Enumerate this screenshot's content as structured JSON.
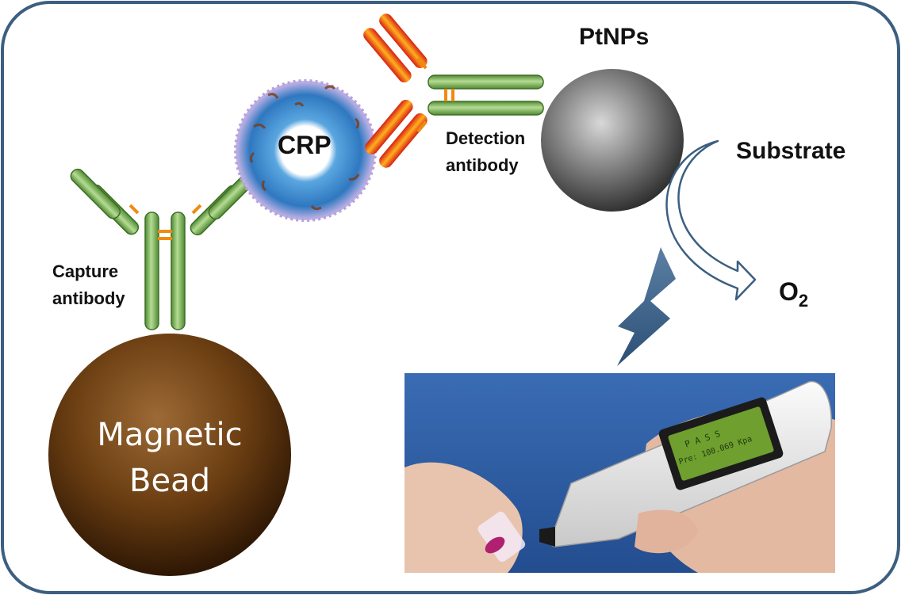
{
  "labels": {
    "crp": "CRP",
    "ptnps": "PtNPs",
    "substrate": "Substrate",
    "o2_main": "O",
    "o2_sub": "2",
    "detection_line1": "Detection",
    "detection_line2": "antibody",
    "capture_line1": "Capture",
    "capture_line2": "antibody",
    "bead_line1": "Magnetic",
    "bead_line2": "Bead"
  },
  "device_display": {
    "line1": "P A S S",
    "line2": "Pre: 100.069 Kpa"
  },
  "colors": {
    "frame": "#3c5f80",
    "antibody_green": "#7fb25b",
    "antibody_orange": "#f08a10",
    "antibody_red": "#e8281a",
    "protein_blue": "#3c8fd4",
    "bead_brown": "#6b3e12",
    "ptnp_gray": "#8a8a8a",
    "arrow_blue": "#3c5f80",
    "photo_bg": "#2f5ea3"
  }
}
